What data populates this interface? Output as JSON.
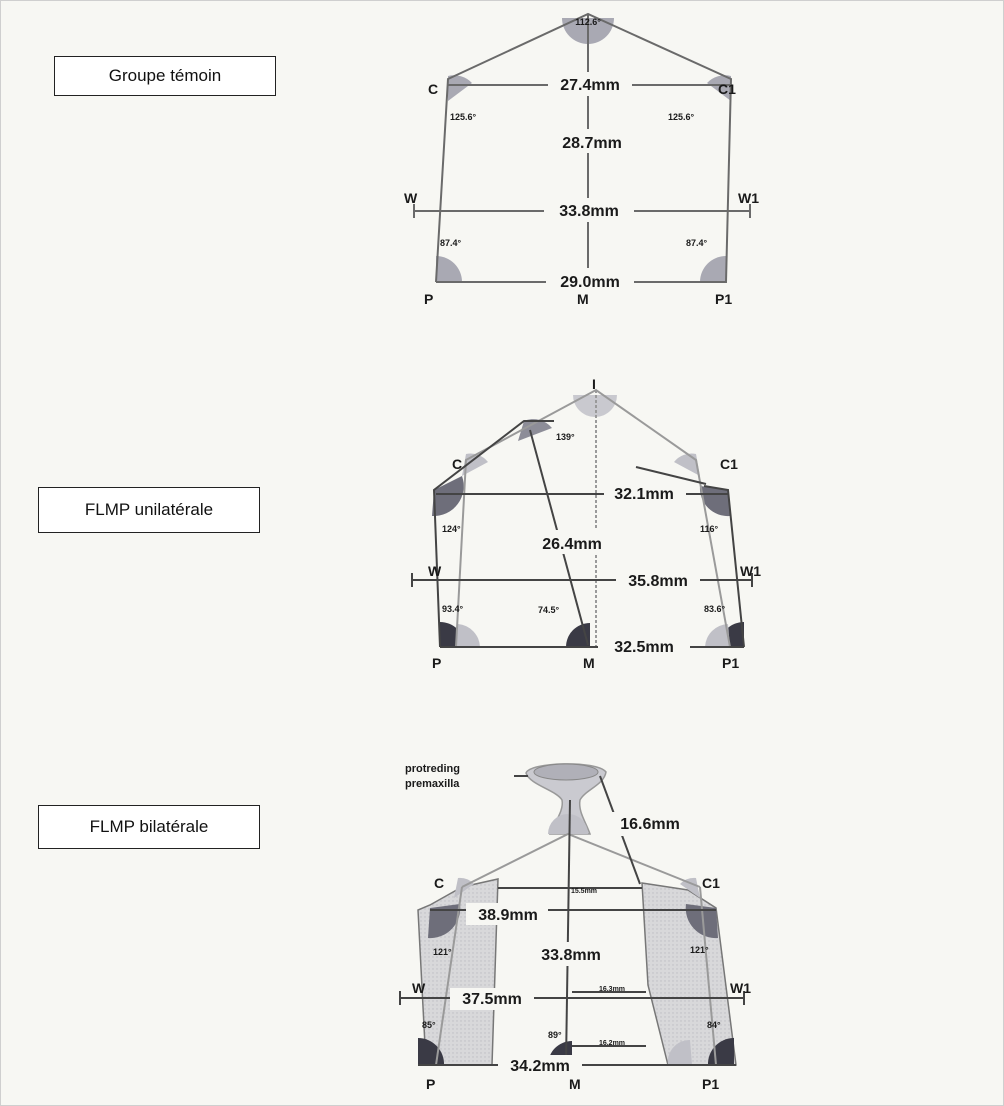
{
  "labels": {
    "temoin": "Groupe témoin",
    "unilateral": "FLMP unilatérale",
    "bilateral": "FLMP bilatérale"
  },
  "temoin": {
    "points": {
      "C": "C",
      "C1": "C1",
      "W": "W",
      "W1": "W1",
      "P": "P",
      "M": "M",
      "P1": "P1"
    },
    "angles": {
      "top": "112.6°",
      "c_left": "125.6°",
      "c_right": "125.6°",
      "p_left": "87.4°",
      "p_right": "87.4°"
    },
    "distances": {
      "cc1": "27.4mm",
      "height": "28.7mm",
      "ww1": "33.8mm",
      "pp1": "29.0mm"
    }
  },
  "unilateral": {
    "points": {
      "I": "I",
      "C": "C",
      "C1": "C1",
      "W": "W",
      "W1": "W1",
      "P": "P",
      "M": "M",
      "P1": "P1"
    },
    "angles": {
      "seg": "139°",
      "c_left": "124°",
      "c_right": "116°",
      "p_left": "93.4°",
      "m": "74.5°",
      "p_right": "83.6°"
    },
    "distances": {
      "cc1": "32.1mm",
      "height": "26.4mm",
      "ww1": "35.8mm",
      "pp1": "32.5mm"
    }
  },
  "bilateral": {
    "points": {
      "C": "C",
      "C1": "C1",
      "W": "W",
      "W1": "W1",
      "P": "P",
      "M": "M",
      "P1": "P1"
    },
    "premaxilla_line1": "protreding",
    "premaxilla_line2": "premaxilla",
    "angles": {
      "c_left": "121°",
      "c_right": "121°",
      "p_left": "85°",
      "m": "89°",
      "p_right": "84°"
    },
    "distances": {
      "premax": "16.6mm",
      "cc1_small": "15.5mm",
      "cc1": "38.9mm",
      "height": "33.8mm",
      "ww1": "37.5mm",
      "ww1_small": "16.3mm",
      "pp1": "34.2mm",
      "pp1_small": "16.2mm"
    }
  }
}
